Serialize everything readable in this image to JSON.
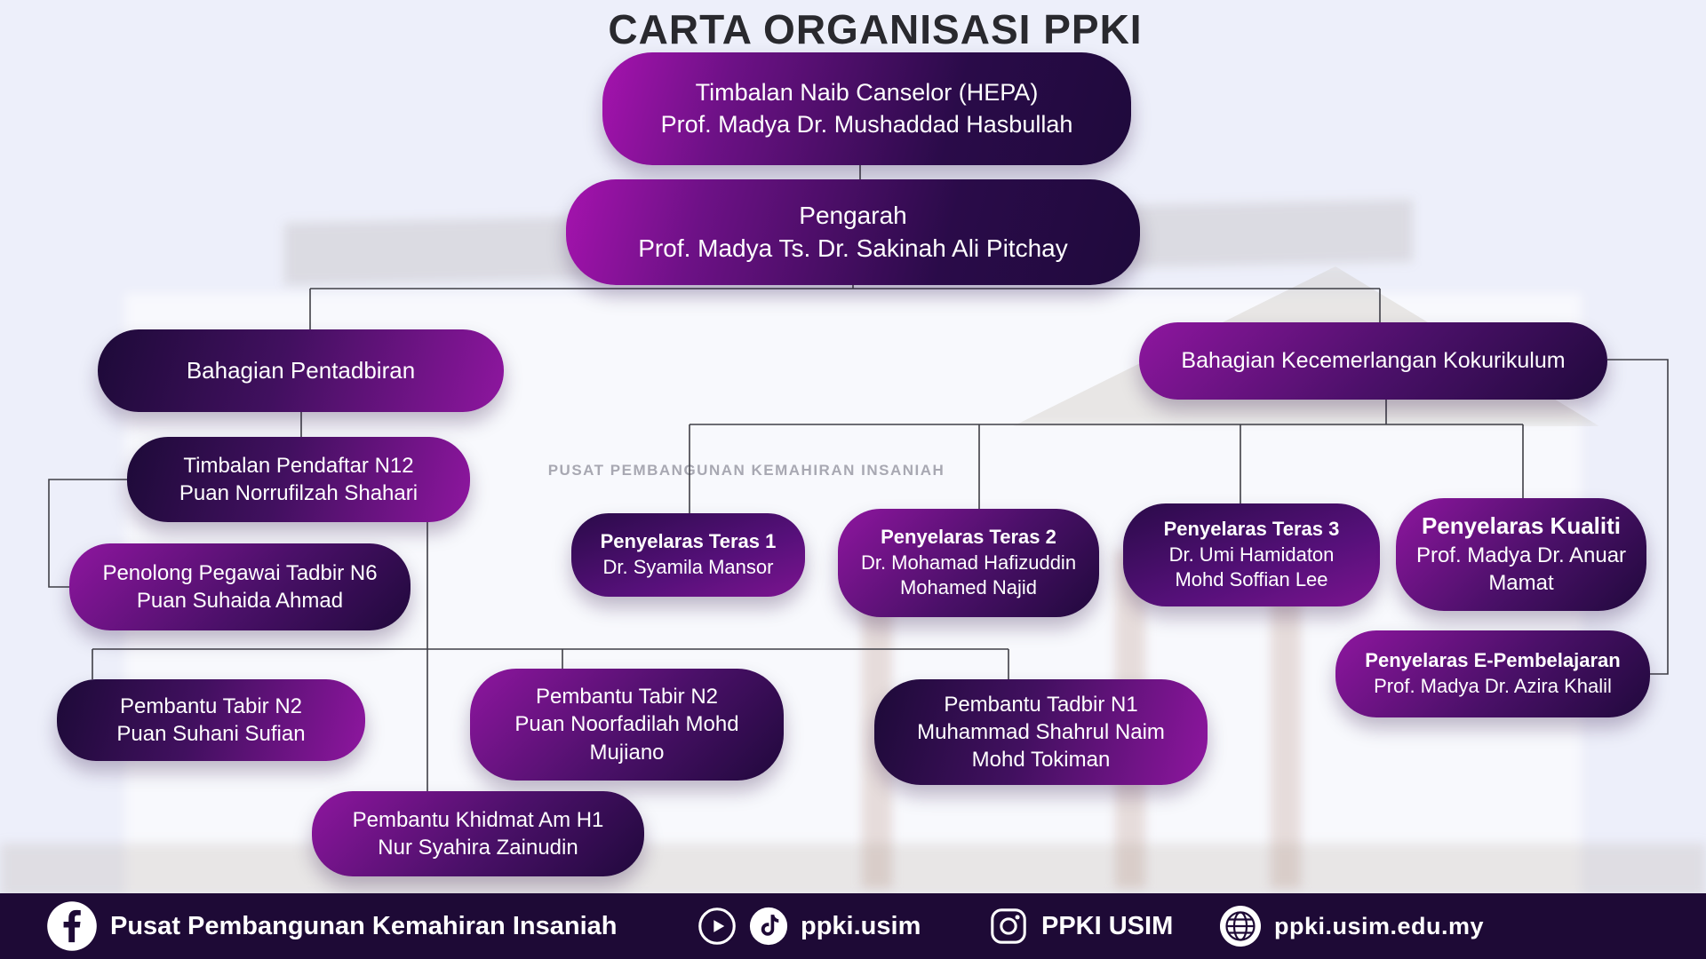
{
  "header": {
    "title": "CARTA ORGANISASI PPKI"
  },
  "background": {
    "signage_text": "PUSAT PEMBANGUNAN KEMAHIRAN INSANIAH"
  },
  "nodes": {
    "tnc": {
      "role": "Timbalan Naib Canselor (HEPA)",
      "name": "Prof. Madya Dr. Mushaddad Hasbullah"
    },
    "pengarah": {
      "role": "Pengarah",
      "name": "Prof. Madya Ts. Dr. Sakinah Ali Pitchay"
    },
    "pentadbiran": {
      "role": "Bahagian Pentadbiran"
    },
    "kokurikulum": {
      "role": "Bahagian Kecemerlangan Kokurikulum"
    },
    "timbalan_pendaftar": {
      "role": "Timbalan Pendaftar N12",
      "name": "Puan Norrufilzah Shahari"
    },
    "penolong_pegawai": {
      "role": "Penolong Pegawai Tadbir N6",
      "name": "Puan Suhaida Ahmad"
    },
    "pembantu_tabir_1": {
      "role": "Pembantu Tabir N2",
      "name": "Puan Suhani Sufian"
    },
    "pembantu_tabir_2": {
      "role": "Pembantu Tabir N2",
      "name": "Puan Noorfadilah Mohd Mujiano"
    },
    "pembantu_tadbir_n1": {
      "role": "Pembantu Tadbir N1",
      "name": "Muhammad Shahrul Naim Mohd Tokiman"
    },
    "pembantu_khidmat": {
      "role": "Pembantu Khidmat Am H1",
      "name": "Nur Syahira Zainudin"
    },
    "teras1": {
      "role": "Penyelaras Teras 1",
      "name": "Dr. Syamila Mansor"
    },
    "teras2": {
      "role": "Penyelaras Teras 2",
      "name": "Dr. Mohamad Hafizuddin Mohamed Najid"
    },
    "teras3": {
      "role": "Penyelaras Teras 3",
      "name": "Dr. Umi Hamidaton Mohd Soffian Lee"
    },
    "kualiti": {
      "role": "Penyelaras Kualiti",
      "name": "Prof. Madya Dr. Anuar Mamat"
    },
    "e_pembelajaran": {
      "role": "Penyelaras E-Pembelajaran",
      "name": "Prof. Madya Dr. Azira Khalil"
    }
  },
  "footer": {
    "org_name": "Pusat Pembangunan Kemahiran Insaniah",
    "social_handle": "ppki.usim",
    "instagram_handle": "PPKI USIM",
    "website": "ppki.usim.edu.my"
  },
  "colors": {
    "accent_magenta": "#8e169f",
    "accent_dark_purple": "#1e0a36",
    "background": "#edeffa",
    "title_text": "#29292e"
  }
}
